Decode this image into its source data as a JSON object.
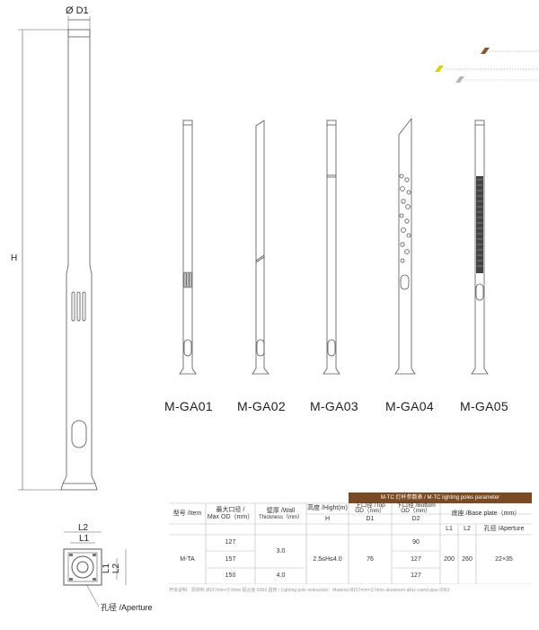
{
  "drawing": {
    "d1_label": "Ø D1",
    "h_label": "H",
    "base": {
      "l2_top": "L2",
      "l1_top": "L1",
      "l1_side": "L1",
      "l2_side": "L2",
      "aperture": "孔径 /Aperture"
    }
  },
  "models": [
    "M-GA01",
    "M-GA02",
    "M-GA03",
    "M-GA04",
    "M-GA05"
  ],
  "accent_colors": {
    "brown": "#8a5528",
    "yellow": "#d9d400",
    "grey": "#b5b5b5"
  },
  "table": {
    "title": "M-TC 灯杆参数表 / M-TC lighting poles parameter",
    "headers": {
      "item": "型号 /Item",
      "max_od_1": "最大口径 /",
      "max_od_2": "Max OD（mm）",
      "wall_1": "壁厚 /Wall",
      "wall_2": "Thickness（mm）",
      "height": "高度 /Hight(m)",
      "top_od_1": "上口径 /Top",
      "top_od_2": "OD（mm）",
      "bottom_od_1": "下口径 /Bottom",
      "bottom_od_2": "OD（mm）",
      "base": "底座 /Base plate（mm）"
    },
    "subheaders": {
      "h": "H",
      "d1": "D1",
      "d2": "D2",
      "l1": "L1",
      "l2": "L2",
      "aperture": "孔径 /Aperture"
    },
    "row": {
      "item": "M-TA",
      "max_od": [
        "127",
        "157",
        "150"
      ],
      "wall": [
        "3.0",
        "4.0"
      ],
      "height": "2.5≤H≤4.0",
      "d1": "76",
      "d2": [
        "90",
        "127",
        "127"
      ],
      "l1": "200",
      "l2": "260",
      "aperture": "22×35"
    }
  },
  "footnote": "杆体说明：原材料 Ø157mm×3.0mm 铝合金 6063 圆管 / Lighting pole instruction：Material Ø157mm×3.0mm aluminum alloy round pipe 6063"
}
